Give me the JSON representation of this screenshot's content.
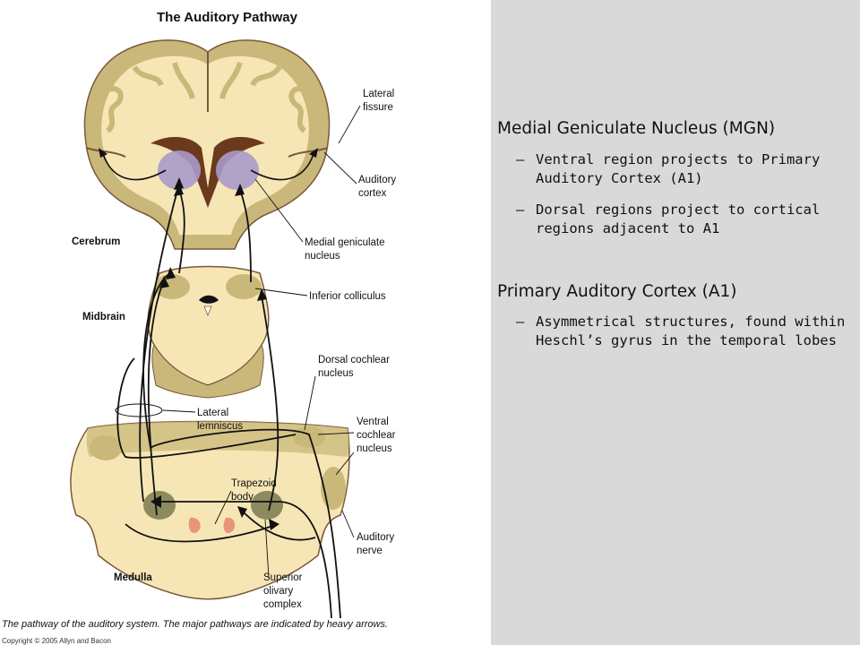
{
  "figure": {
    "title": "The Auditory Pathway",
    "regions": {
      "cerebrum": "Cerebrum",
      "midbrain": "Midbrain",
      "medulla": "Medulla"
    },
    "labels": {
      "lateral_fissure": [
        "Lateral",
        "fissure"
      ],
      "auditory_cortex": [
        "Auditory",
        "cortex"
      ],
      "medial_geniculate": [
        "Medial geniculate",
        "nucleus"
      ],
      "inferior_colliculus": [
        "Inferior colliculus"
      ],
      "dorsal_cochlear": [
        "Dorsal cochlear",
        "nucleus"
      ],
      "lateral_lemniscus": [
        "Lateral",
        "lemniscus"
      ],
      "ventral_cochlear": [
        "Ventral",
        "cochlear",
        "nucleus"
      ],
      "trapezoid_body": [
        "Trapezoid",
        "body"
      ],
      "auditory_nerve": [
        "Auditory",
        "nerve"
      ],
      "superior_olivary": [
        "Superior",
        "olivary",
        "complex"
      ]
    },
    "caption": "The pathway of the auditory system. The major pathways are indicated by heavy arrows.",
    "copyright": "Copyright © 2005 Allyn and Bacon"
  },
  "notes": {
    "section1": {
      "heading": "Medial Geniculate Nucleus (MGN)",
      "bullets": [
        "Ventral region projects to Primary Auditory Cortex (A1)",
        "Dorsal regions project to cortical regions adjacent to A1"
      ]
    },
    "section2": {
      "heading": "Primary Auditory Cortex (A1)",
      "bullets": [
        "Asymmetrical structures, found within Heschl’s gyrus in the temporal lobes"
      ]
    },
    "dash": "–"
  },
  "colors": {
    "tissue": "#f7e6b5",
    "gray_matter": "#c9b87a",
    "outline": "#7a5a3a",
    "ventricle": "#6b3a1e",
    "mgn_nucleus": "#a99ac9",
    "olive": "#8c8a5e",
    "trapezoid": "#e8957a",
    "background": "#d9d9d9"
  }
}
